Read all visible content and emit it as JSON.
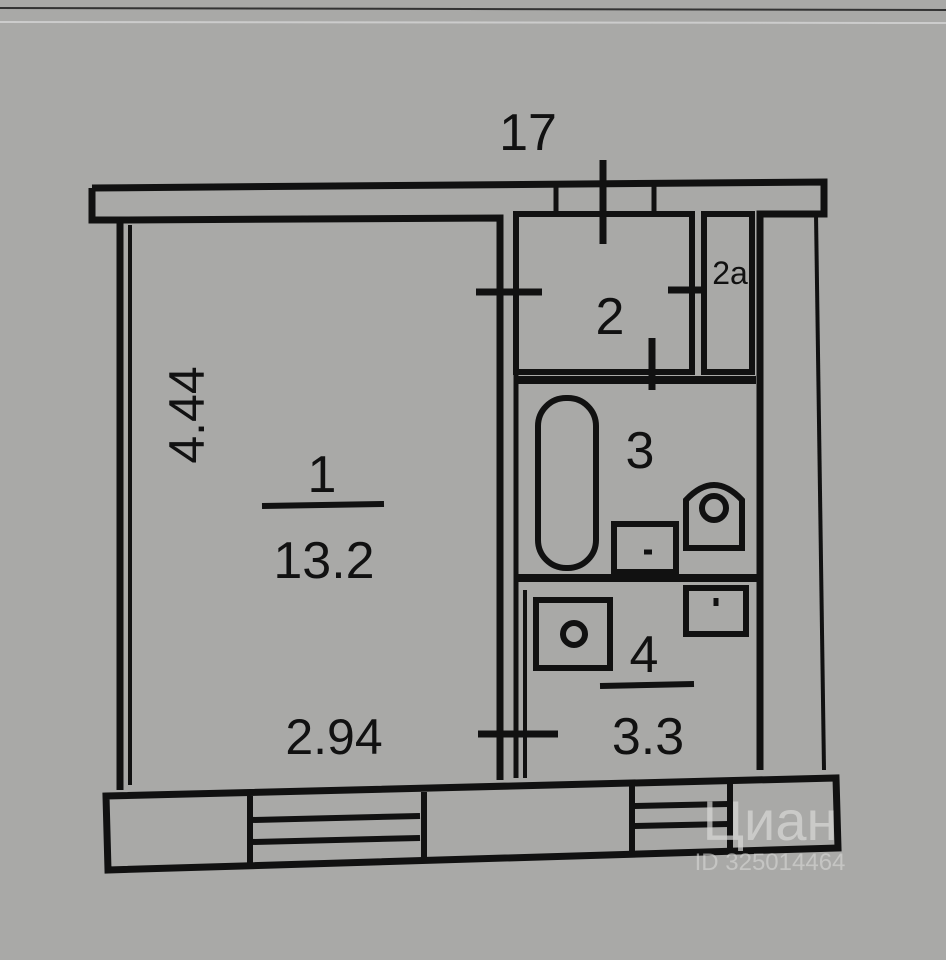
{
  "plan": {
    "top_dimension": "17",
    "rooms": [
      {
        "number": "1",
        "area": "13.2"
      },
      {
        "number": "2"
      },
      {
        "number": "2a"
      },
      {
        "number": "3"
      },
      {
        "number": "4",
        "area": "3.3"
      }
    ],
    "dimensions": {
      "side": "4.44",
      "bottom": "2.94"
    },
    "watermark": {
      "brand": "Циан",
      "id": "ID 325014464"
    }
  },
  "colors": {
    "background": "#a9a9a7",
    "ink": "#111111"
  }
}
